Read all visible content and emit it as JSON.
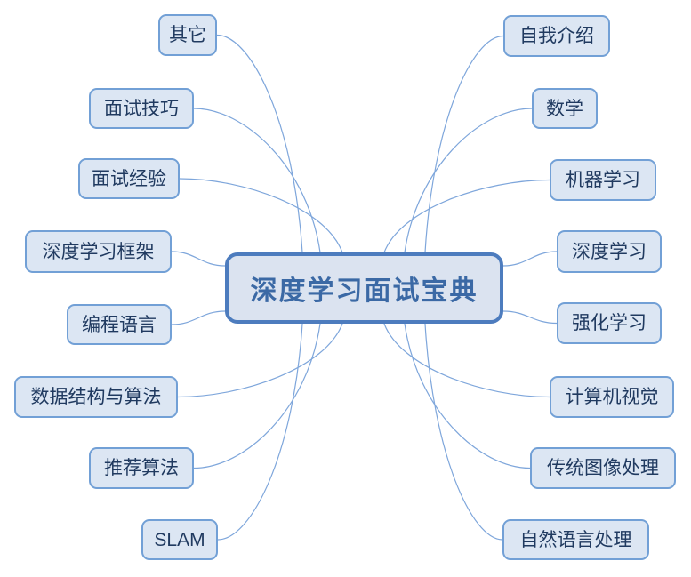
{
  "diagram": {
    "center": {
      "label": "深度学习面试宝典"
    },
    "left_branches": [
      {
        "label": "其它"
      },
      {
        "label": "面试技巧"
      },
      {
        "label": "面试经验"
      },
      {
        "label": "深度学习框架"
      },
      {
        "label": "编程语言"
      },
      {
        "label": "数据结构与算法"
      },
      {
        "label": "推荐算法"
      },
      {
        "label": "SLAM"
      }
    ],
    "right_branches": [
      {
        "label": "自我介绍"
      },
      {
        "label": "数学"
      },
      {
        "label": "机器学习"
      },
      {
        "label": "深度学习"
      },
      {
        "label": "强化学习"
      },
      {
        "label": "计算机视觉"
      },
      {
        "label": "传统图像处理"
      },
      {
        "label": "自然语言处理"
      }
    ]
  },
  "colors": {
    "background": "#ffffff",
    "center_fill": "#dbe3f0",
    "center_border": "#4d7cbe",
    "center_text": "#3b69a5",
    "branch_fill": "#dce6f3",
    "branch_border": "#72a0d6",
    "branch_text": "#203a60",
    "connector": "#7ea6db"
  }
}
